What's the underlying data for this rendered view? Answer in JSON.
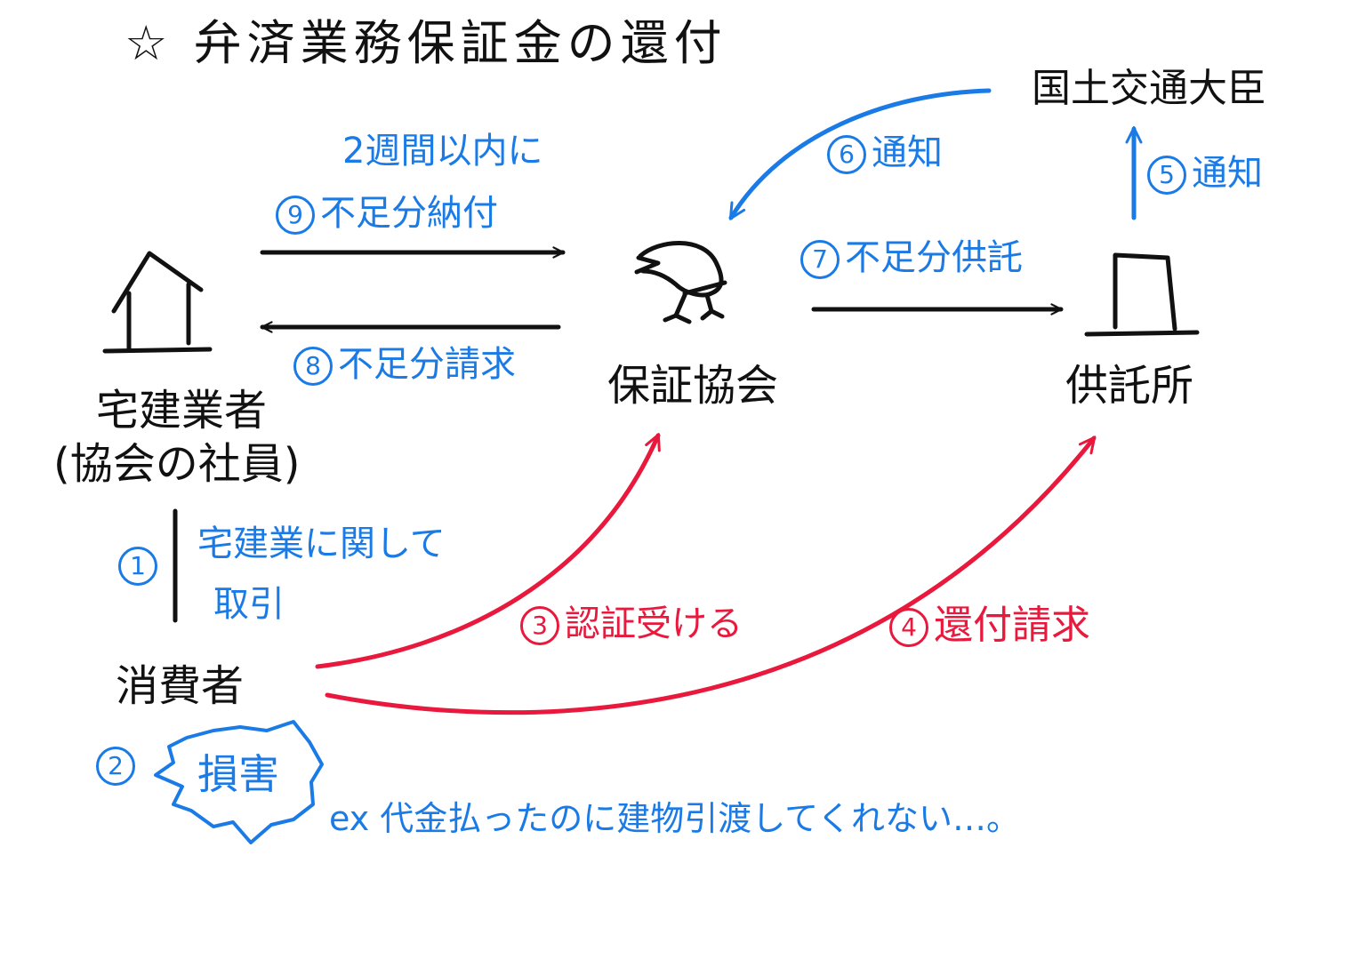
{
  "title": "☆ 弁済業務保証金の還付",
  "nodes": {
    "takken": "宅建業者",
    "takken_sub": "(協会の社員)",
    "consumer": "消費者",
    "association": "保証協会",
    "depository": "供託所",
    "minister": "国土交通大臣"
  },
  "steps": {
    "s1_num": "1",
    "s1_line1": "宅建業に関して",
    "s1_line2": "取引",
    "s2_num": "2",
    "s2_label": "損害",
    "s2_note": "ex 代金払ったのに建物引渡してくれない…。",
    "s3_num": "3",
    "s3_label": "認証受ける",
    "s4_num": "4",
    "s4_label": "還付請求",
    "s5_num": "5",
    "s5_label": "通知",
    "s6_num": "6",
    "s6_label": "通知",
    "s7_num": "7",
    "s7_label": "不足分供託",
    "s8_num": "8",
    "s8_label": "不足分請求",
    "s9_num": "9",
    "s9_pre": "2週間以内に",
    "s9_label": "不足分納付"
  },
  "colors": {
    "ink": "#111111",
    "blue": "#1a7ae6",
    "red": "#e8193c"
  }
}
